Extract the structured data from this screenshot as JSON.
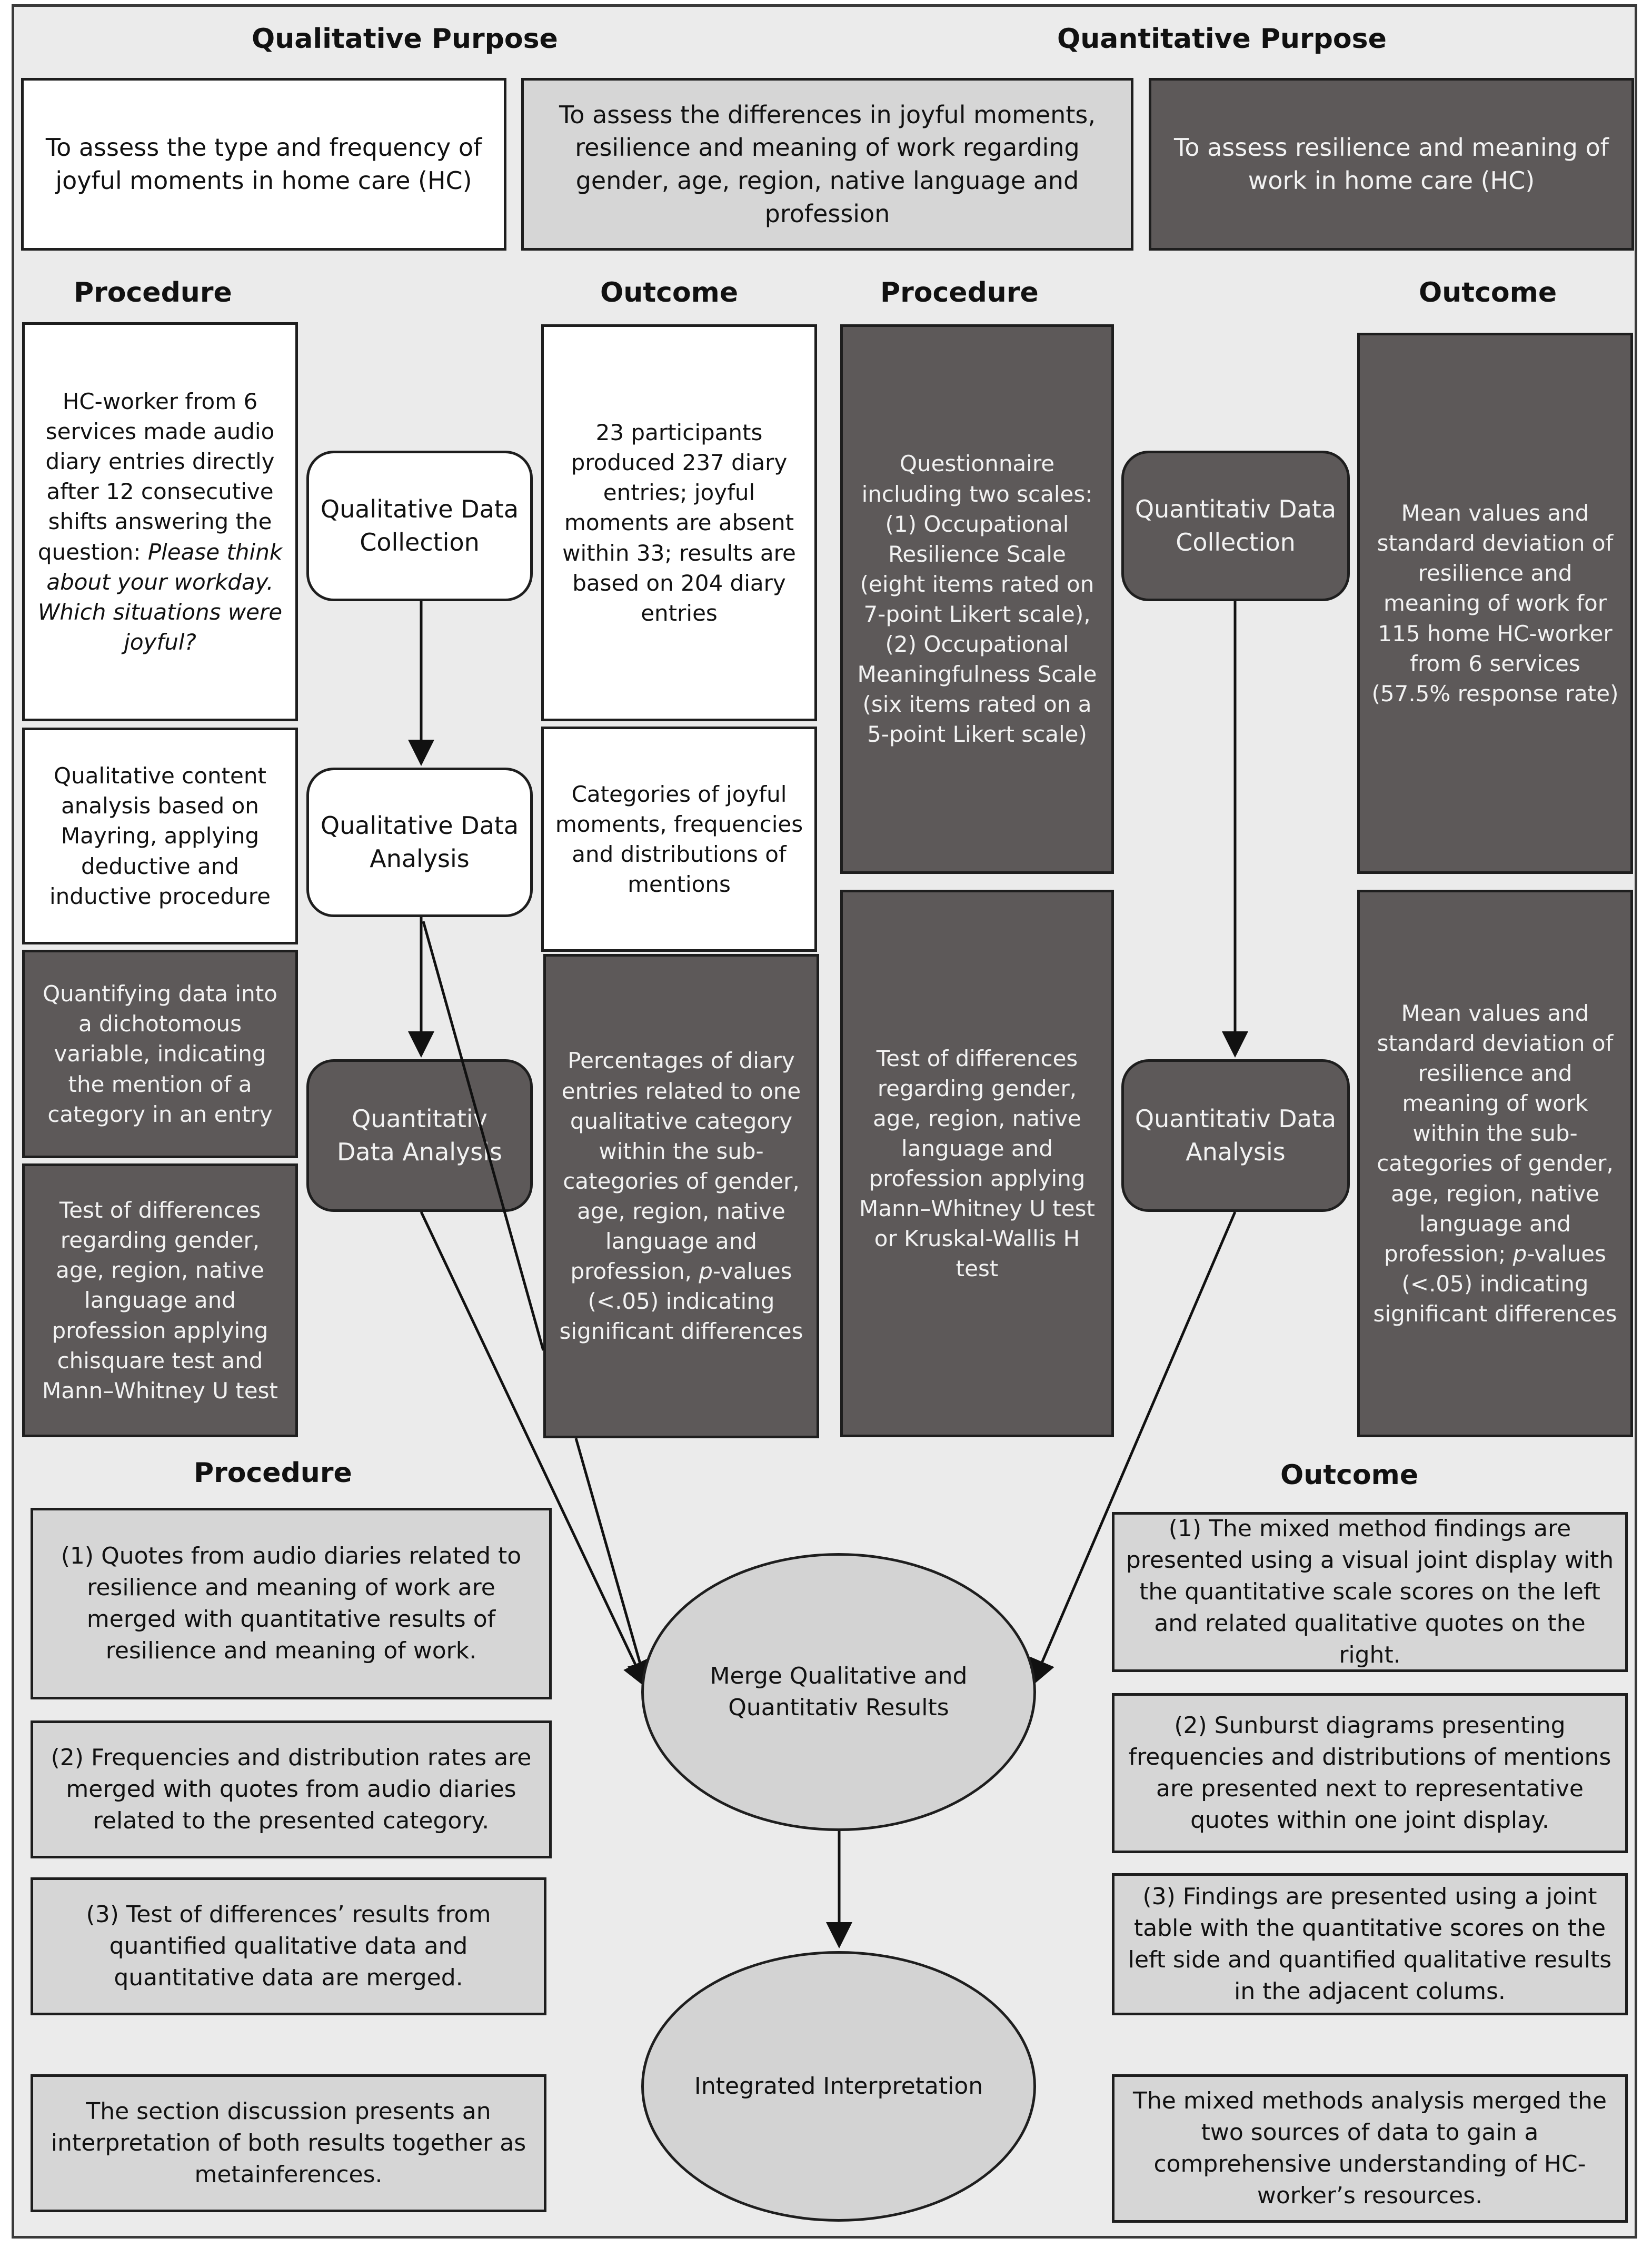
{
  "headers": {
    "qual_purpose": "Qualitative Purpose",
    "quant_purpose": "Quantitative Purpose",
    "procedure": "Procedure",
    "outcome": "Outcome"
  },
  "purpose": {
    "qualitative": "To assess the type and frequency of joyful moments in home care (HC)",
    "mixed": "To assess the differences in joyful moments, resilience and meaning of work regarding gender, age, region, native language and profession",
    "quantitative": "To assess resilience and meaning of work in home care (HC)"
  },
  "qual_procedure": {
    "p1_text": "HC-worker from 6 services made audio diary entries directly after 12 consecutive shifts answering the question:",
    "p1_question": "Please think about your workday. Which situations were joyful?",
    "p2": "Qualitative content analysis based on Mayring, applying deductive and inductive procedure",
    "p3": "Quantifying data into a dichotomous variable, indicating the mention of a category in an entry",
    "p4": "Test of differences regarding gender, age, region, native language and profession applying chisquare test and Mann–Whitney U test"
  },
  "qual_steps": {
    "collection": "Qualitative Data Collection",
    "analysis": "Qualitative Data Analysis",
    "quant_analysis": "Quantitativ Data Analysis"
  },
  "qual_outcome": {
    "o1": "23 participants produced 237 diary entries; joyful moments are absent within 33; results are based on 204 diary entries",
    "o2": "Categories of joyful moments, frequencies and distributions of mentions",
    "o3_a": "Percentages of diary entries related to one qualitative category within the sub-categories of gender, age, region, native language and profession,",
    "o3_p": "p",
    "o3_b": "-values (<.05) indicating significant differences"
  },
  "quant_procedure": {
    "p1": "Questionnaire including two scales: (1) Occupational Resilience Scale (eight items rated on 7-point Likert scale), (2) Occupational Meaningfulness Scale (six items rated on a 5-point Likert scale)",
    "p2": "Test of differences regarding gender, age, region, native language and profession applying Mann–Whitney U test or Kruskal-Wallis H test"
  },
  "quant_steps": {
    "collection": "Quantitativ Data Collection",
    "analysis": "Quantitativ Data Analysis"
  },
  "quant_outcome": {
    "o1": "Mean values and standard deviation of resilience and meaning of work for 115 home HC-worker from 6 services (57.5% response rate)",
    "o2_a": "Mean values and standard deviation of resilience and meaning of work within the sub-categories of gender, age, region, native language and profession;",
    "o2_p": "p",
    "o2_b": "-values (<.05) indicating significant differences"
  },
  "merge": {
    "label": "Merge Qualitative and Quantitativ Results",
    "interpretation": "Integrated Interpretation"
  },
  "merge_procedure": [
    "(1) Quotes from audio diaries related to resilience and meaning of work are merged with quantitative results of resilience and meaning of work.",
    "(2) Frequencies and distribution rates are merged with quotes from audio diaries related to the presented category.",
    "(3) Test of differences’ results from quantified qualitative data and quantitative data are merged."
  ],
  "merge_outcome": [
    "(1) The mixed method findings are presented using a visual joint display with the quantitative scale scores on the left and related qualitative quotes on the right.",
    "(2) Sunburst diagrams presenting frequencies and distributions of mentions are presented next to representative quotes within one joint display.",
    "(3) Findings are presented using a joint table with the quantitative scores on the left side and quantified qualitative results in the adjacent colums."
  ],
  "interpretation_left": "The section discussion presents an interpretation of both results together as metainferences.",
  "interpretation_right": "The mixed methods analysis merged the two sources of data to gain a comprehensive understanding of HC-worker’s resources.",
  "colors": {
    "background": "#ebebeb",
    "white_box": "#ffffff",
    "light_box": "#d6d6d6",
    "dark_box": "#5d5959",
    "border": "#1e1e1e"
  }
}
